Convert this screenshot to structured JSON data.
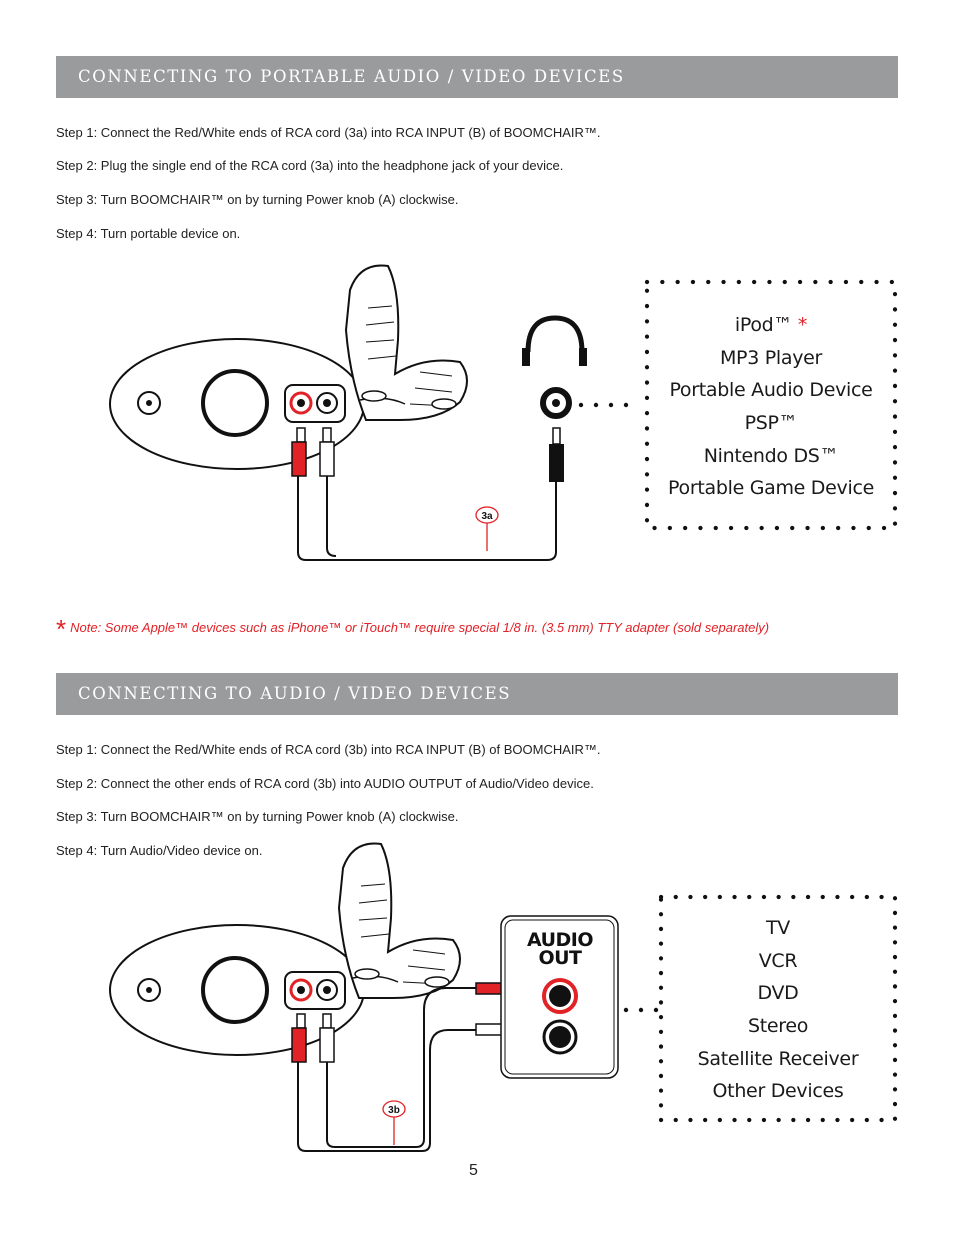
{
  "section1": {
    "title": "CONNECTING TO PORTABLE AUDIO / VIDEO DEVICES",
    "steps": [
      "Step 1:  Connect the Red/White ends of RCA cord (3a) into RCA INPUT (B) of BOOMCHAIR™.",
      "Step 2:  Plug the single end of the RCA cord (3a) into the headphone jack of your device.",
      "Step 3:  Turn BOOMCHAIR™ on by turning Power knob (A) clockwise.",
      "Step 4:  Turn portable device on."
    ],
    "cord_label": "3a",
    "devices": [
      "iPod™",
      "MP3 Player",
      "Portable Audio Device",
      "PSP™",
      "Nintendo DS™",
      "Portable Game Device"
    ],
    "asterisk": "*"
  },
  "note": {
    "asterisk": "*",
    "text": "Note: Some Apple™ devices such as iPhone™ or iTouch™ require special 1/8 in. (3.5 mm) TTY adapter (sold separately)"
  },
  "section2": {
    "title": "CONNECTING TO AUDIO / VIDEO DEVICES",
    "steps": [
      "Step 1:  Connect the Red/White ends of RCA cord (3b) into RCA INPUT (B) of BOOMCHAIR™.",
      "Step 2:  Connect the other ends of RCA cord (3b) into AUDIO OUTPUT of Audio/Video device.",
      "Step 3:  Turn BOOMCHAIR™ on by turning Power knob (A) clockwise.",
      "Step 4:  Turn Audio/Video device on."
    ],
    "cord_label": "3b",
    "audio_out_line1": "AUDIO",
    "audio_out_line2": "OUT",
    "devices": [
      "TV",
      "VCR",
      "DVD",
      "Stereo",
      "Satellite Receiver",
      "Other Devices"
    ]
  },
  "page_number": "5",
  "colors": {
    "banner": "#9a9b9d",
    "accent_red": "#e12227"
  }
}
